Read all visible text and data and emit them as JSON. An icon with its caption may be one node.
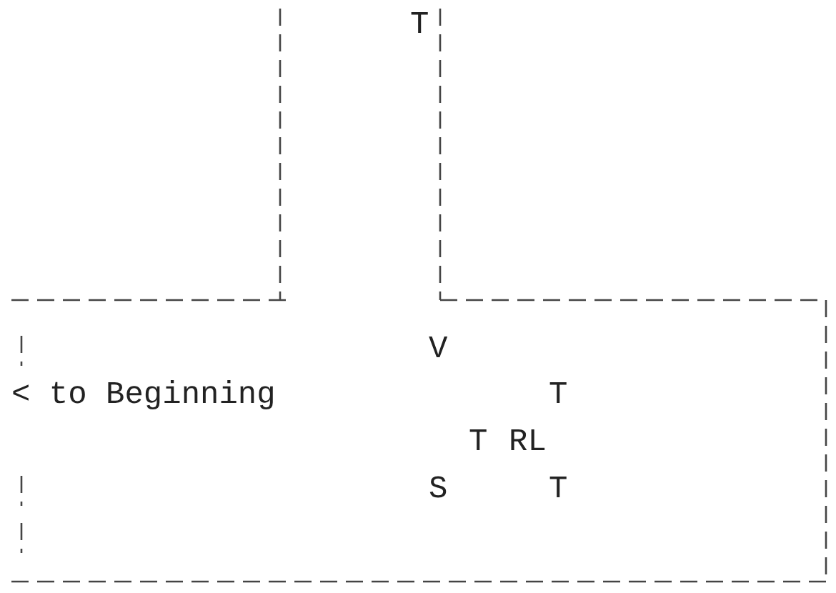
{
  "diagram": {
    "labels": [
      "T",
      "V",
      "< to Beginning",
      "T",
      "T",
      "RL",
      "S",
      "T"
    ]
  }
}
